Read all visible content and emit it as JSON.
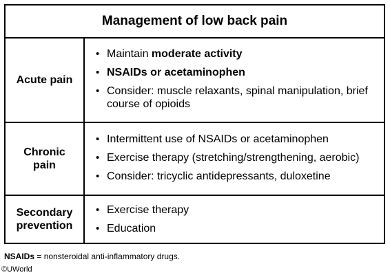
{
  "table": {
    "title": "Management of low back pain",
    "rows": [
      {
        "label_lines": [
          "Acute pain"
        ],
        "items": [
          {
            "text": "Maintain ",
            "bold": "moderate activity"
          },
          {
            "text": "",
            "bold": "NSAIDs or acetaminophen"
          },
          {
            "text": "Consider: muscle relaxants, spinal manipulation, brief course of opioids",
            "bold": ""
          }
        ]
      },
      {
        "label_lines": [
          "Chronic",
          "pain"
        ],
        "items": [
          {
            "text": "Intermittent use of NSAIDs or acetaminophen",
            "bold": ""
          },
          {
            "text": "Exercise therapy (stretching/strengthening, aerobic)",
            "bold": ""
          },
          {
            "text": "Consider: tricyclic antidepressants, duloxetine",
            "bold": ""
          }
        ]
      },
      {
        "label_lines": [
          "Secondary",
          "prevention"
        ],
        "items": [
          {
            "text": "Exercise therapy",
            "bold": ""
          },
          {
            "text": "Education",
            "bold": ""
          }
        ]
      }
    ]
  },
  "footnote": {
    "abbr": "NSAIDs",
    "definition": " = nonsteroidal anti-inflammatory drugs."
  },
  "copyright": "©UWorld"
}
